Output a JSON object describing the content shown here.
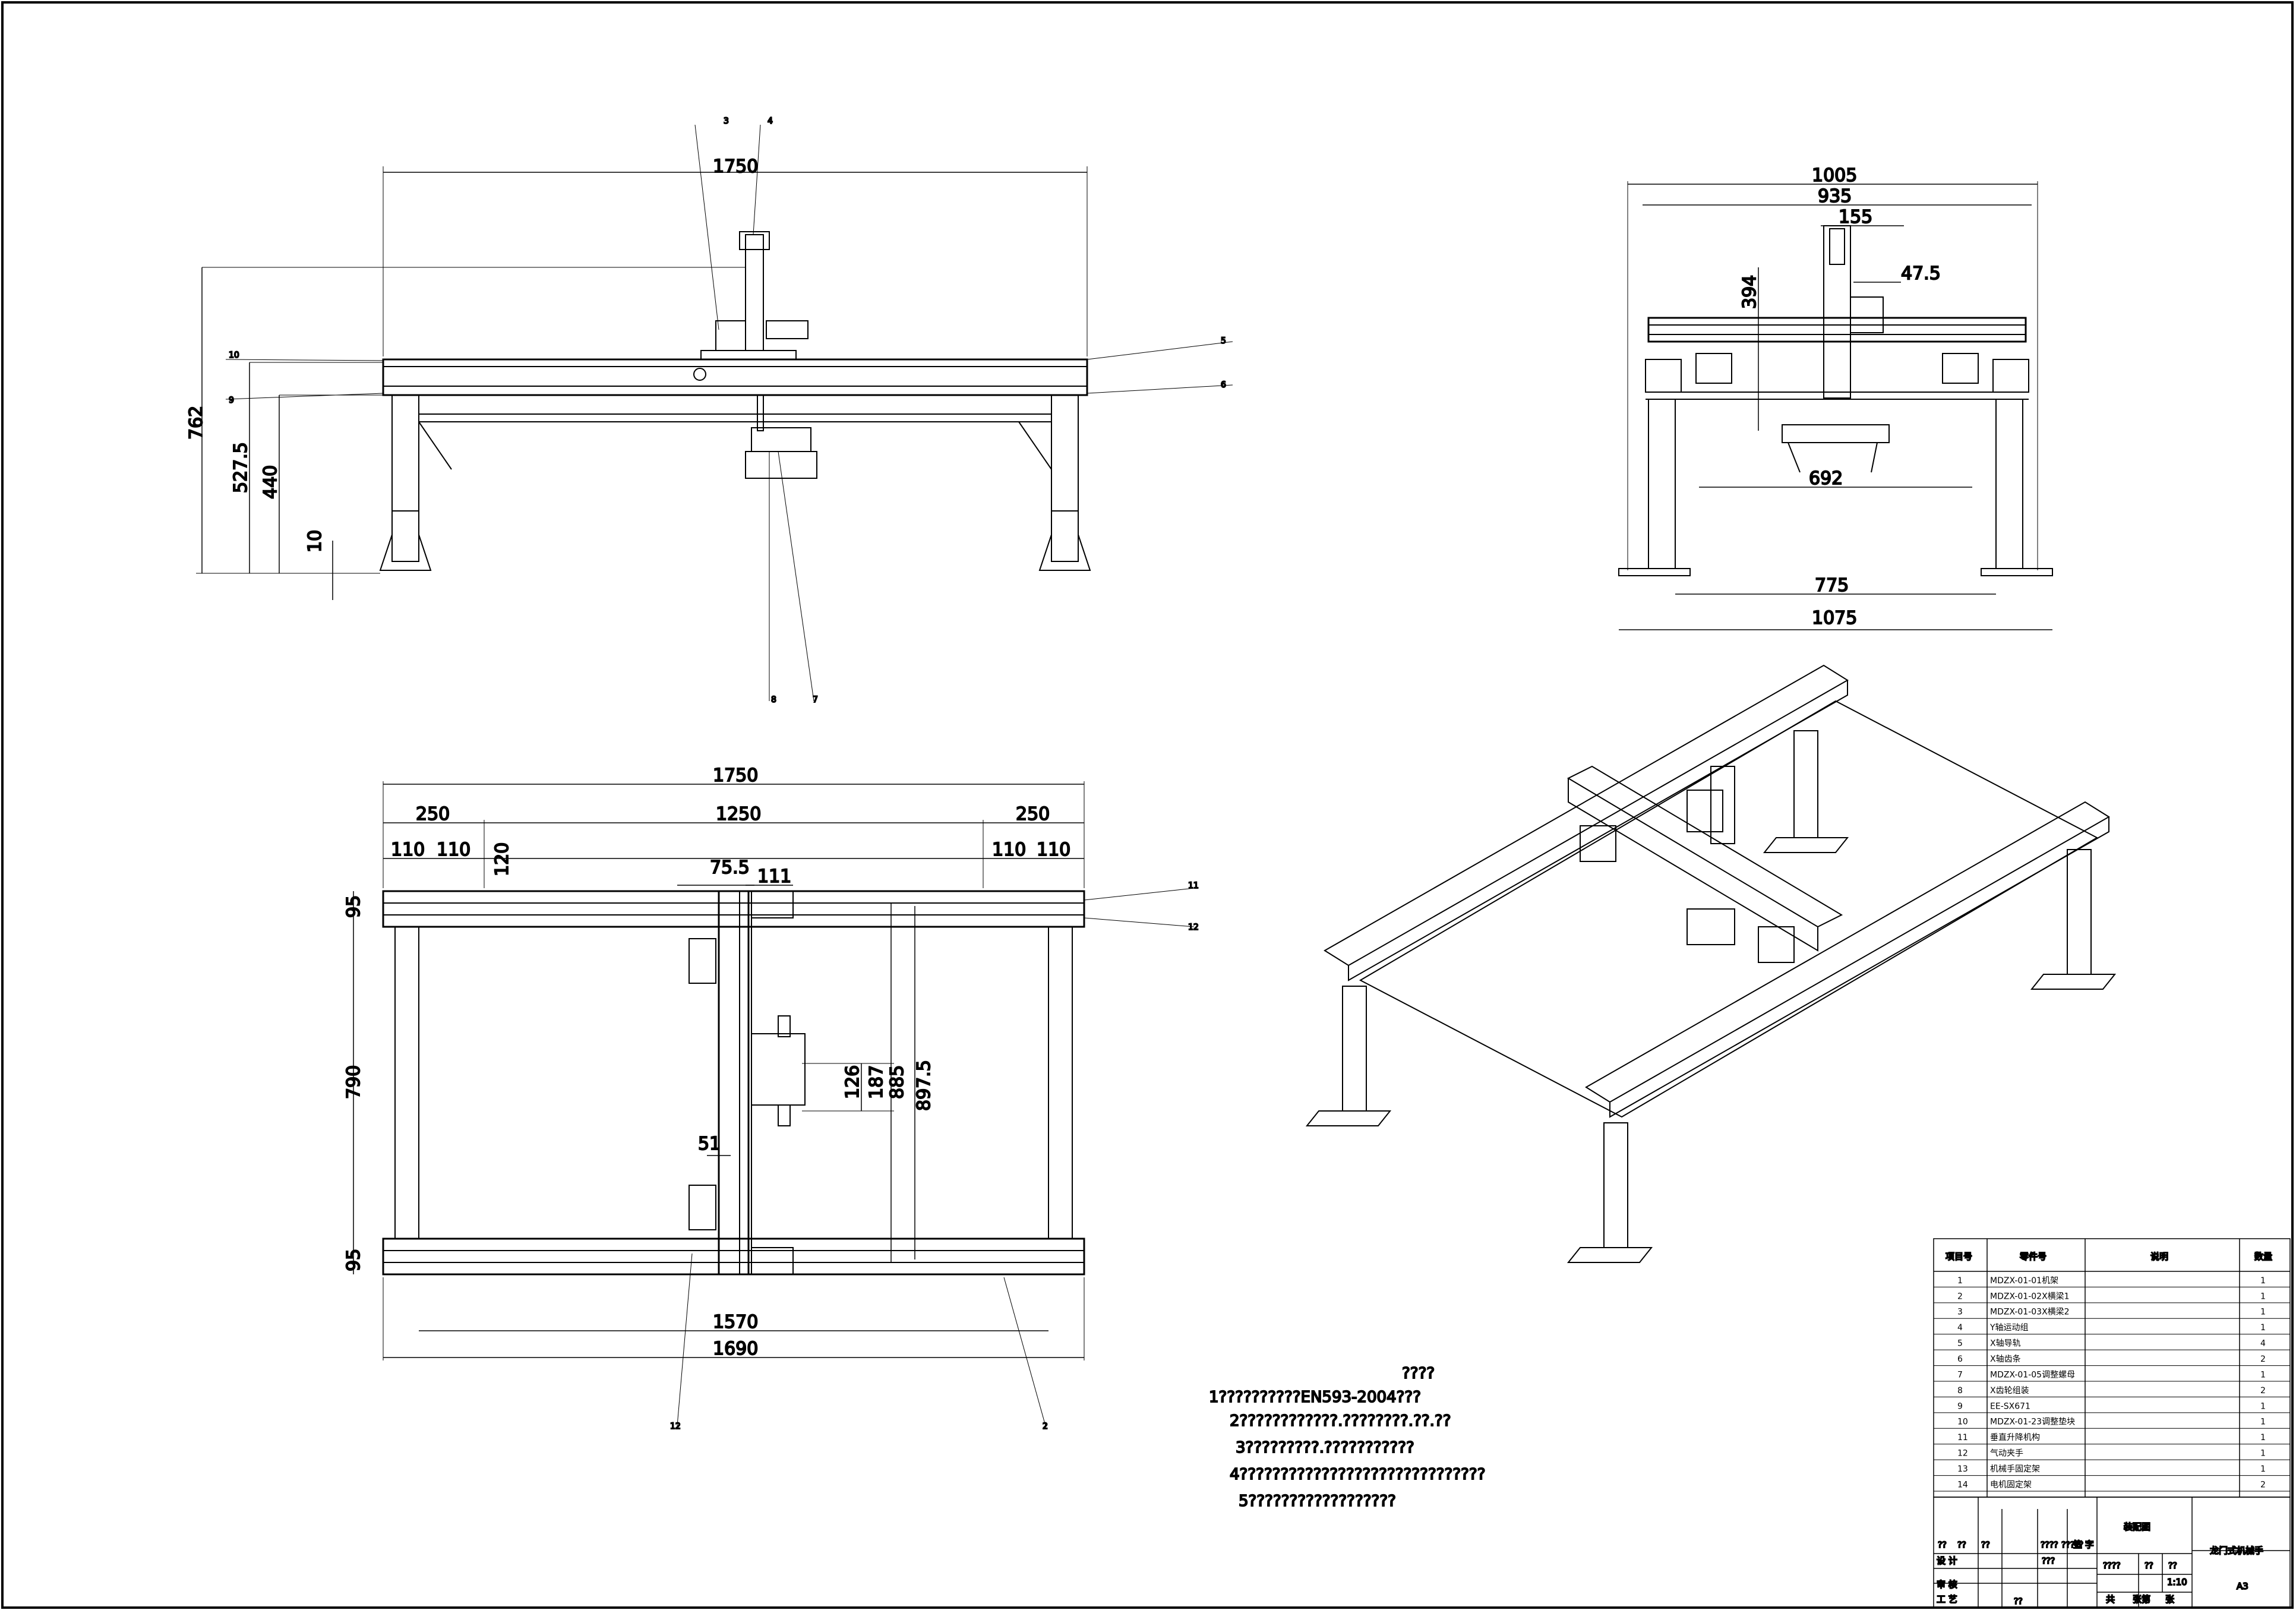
{
  "views": {
    "front": {
      "dims": {
        "width": "1750",
        "height_total": "762",
        "height_mid": "527.5",
        "height_low": "440",
        "foot": "10"
      },
      "callouts": [
        "3",
        "4",
        "10",
        "9",
        "5",
        "6",
        "8",
        "7"
      ]
    },
    "side": {
      "dims": {
        "top_outer": "1005",
        "top_inner": "935",
        "carriage": "155",
        "offset": "47.5",
        "stroke": "394",
        "gripper_span": "692",
        "legs_inner": "775",
        "legs_outer": "1075"
      }
    },
    "top": {
      "dims": {
        "overall": "1750",
        "end_left": "250",
        "middle": "1250",
        "end_right": "250",
        "a1": "110",
        "a2": "110",
        "a3": "120",
        "b1": "110",
        "b2": "110",
        "c1": "75.5",
        "c2": "111",
        "rail_top": "95",
        "rail_bottom": "95",
        "depth": "790",
        "d1": "126",
        "d2": "187",
        "d3": "885",
        "d4": "897.5",
        "e1": "51",
        "bottom_inner": "1570",
        "bottom_outer": "1690"
      },
      "callouts": [
        "11",
        "12",
        "12",
        "2"
      ]
    }
  },
  "notes": {
    "title": "????",
    "lines": [
      "1??????????EN593-2004???",
      "2????????????.????????.??.??",
      "3?????????.???????????",
      "4??????????????????????????????",
      "5??????????????????"
    ]
  },
  "bom": {
    "headers": [
      "项目号",
      "零件号",
      "说明",
      "数量"
    ],
    "rows": [
      {
        "no": "1",
        "part": "MDZX-01-01机架",
        "qty": "1"
      },
      {
        "no": "2",
        "part": "MDZX-01-02X横梁1",
        "qty": "1"
      },
      {
        "no": "3",
        "part": "MDZX-01-03X横梁2",
        "qty": "1"
      },
      {
        "no": "4",
        "part": "Y轴运动组",
        "qty": "1"
      },
      {
        "no": "5",
        "part": "X轴导轨",
        "qty": "4"
      },
      {
        "no": "6",
        "part": "X轴齿条",
        "qty": "2"
      },
      {
        "no": "7",
        "part": "MDZX-01-05调整螺母",
        "qty": "1"
      },
      {
        "no": "8",
        "part": "X齿轮组装",
        "qty": "2"
      },
      {
        "no": "9",
        "part": "EE-SX671",
        "qty": "1"
      },
      {
        "no": "10",
        "part": "MDZX-01-23调整垫块",
        "qty": "1"
      },
      {
        "no": "11",
        "part": "垂直升降机构",
        "qty": "1"
      },
      {
        "no": "12",
        "part": "气动夹手",
        "qty": "1"
      },
      {
        "no": "13",
        "part": "机械手固定架",
        "qty": "1"
      },
      {
        "no": "14",
        "part": "电机固定架",
        "qty": "2"
      }
    ]
  },
  "title_block": {
    "drawing_name": "装配图",
    "product": "龙门式机械手",
    "sheet_size": "A3",
    "scale": "1:10",
    "sign_label": "签 字",
    "design": "设 计",
    "check": "审 核",
    "process": "工 艺",
    "marks": [
      "??",
      "??",
      "??",
      "????",
      "?????",
      "???",
      "????",
      "??",
      "??",
      "??"
    ],
    "sheet_total": "共",
    "sheet_label": "张第",
    "sheet_end": "张"
  }
}
